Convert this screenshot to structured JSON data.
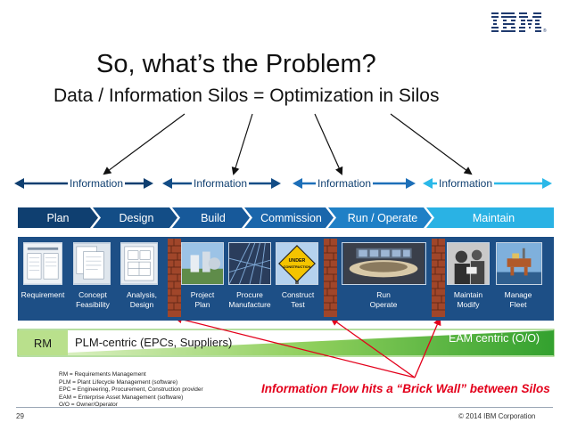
{
  "slide": {
    "brand": "IBM",
    "title": "So, what’s the Problem?",
    "subtitle": "Data / Information Silos = Optimization in Silos",
    "page_number": "29",
    "copyright": "© 2014 IBM Corporation"
  },
  "information_labels": [
    "Information",
    "Information",
    "Information",
    "Information"
  ],
  "phases": [
    "Plan",
    "Design",
    "Build",
    "Commission",
    "Run / Operate",
    "Maintain"
  ],
  "activities": [
    {
      "line1": "Requirement",
      "line2": ""
    },
    {
      "line1": "Concept",
      "line2": "Feasibility"
    },
    {
      "line1": "Analysis,",
      "line2": "Design"
    },
    {
      "line1": "Project",
      "line2": "Plan"
    },
    {
      "line1": "Procure",
      "line2": "Manufacture"
    },
    {
      "line1": "Construct",
      "line2": "Test"
    },
    {
      "line1": "Run",
      "line2": "Operate"
    },
    {
      "line1": "Maintain",
      "line2": "Modify"
    },
    {
      "line1": "Manage",
      "line2": "Fleet"
    }
  ],
  "construction_sign": {
    "line1": "UNDER",
    "line2": "CONSTRUCTION"
  },
  "centric": {
    "rm": "RM",
    "plm": "PLM-centric (EPCs, Suppliers)",
    "eam": "EAM centric (O/O)"
  },
  "legend": [
    "RM = Requirements Management",
    "PLM = Plant Lifecycle Management (software)",
    "EPC = Engineering, Procurement, Construction provider",
    "EAM = Enterprise Asset Management (software)",
    "O/O = Owner/Operator"
  ],
  "callout": "Information Flow hits a “Brick Wall” between Silos",
  "colors": {
    "navy": "#0f3f70",
    "blue": "#1d6fb8",
    "cyan": "#2bb8e8",
    "green": "#3aa935",
    "light_green": "#b9e08c",
    "brick": "#a0462a",
    "callout_red": "#e3001b"
  }
}
